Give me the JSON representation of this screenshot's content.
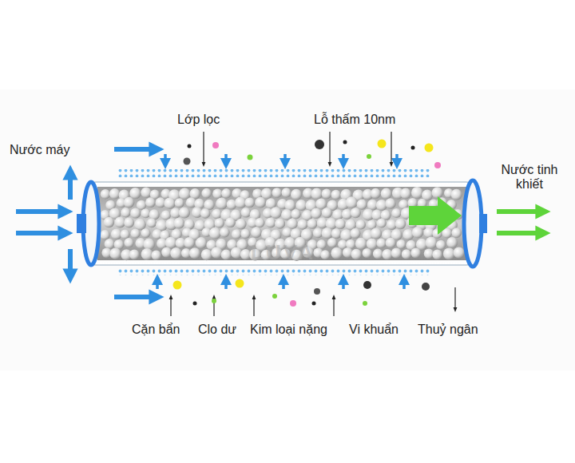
{
  "diagram": {
    "labels": [
      "Nước máy",
      "Lớp lọc",
      "Lỗ thấm 10nm",
      "Nước tinh khiết",
      "Cặn bẩn",
      "Clo dư",
      "Kim loại nặng",
      "Vi khuẩn",
      "Thuỷ ngân",
      "LUVA"
    ]
  }
}
